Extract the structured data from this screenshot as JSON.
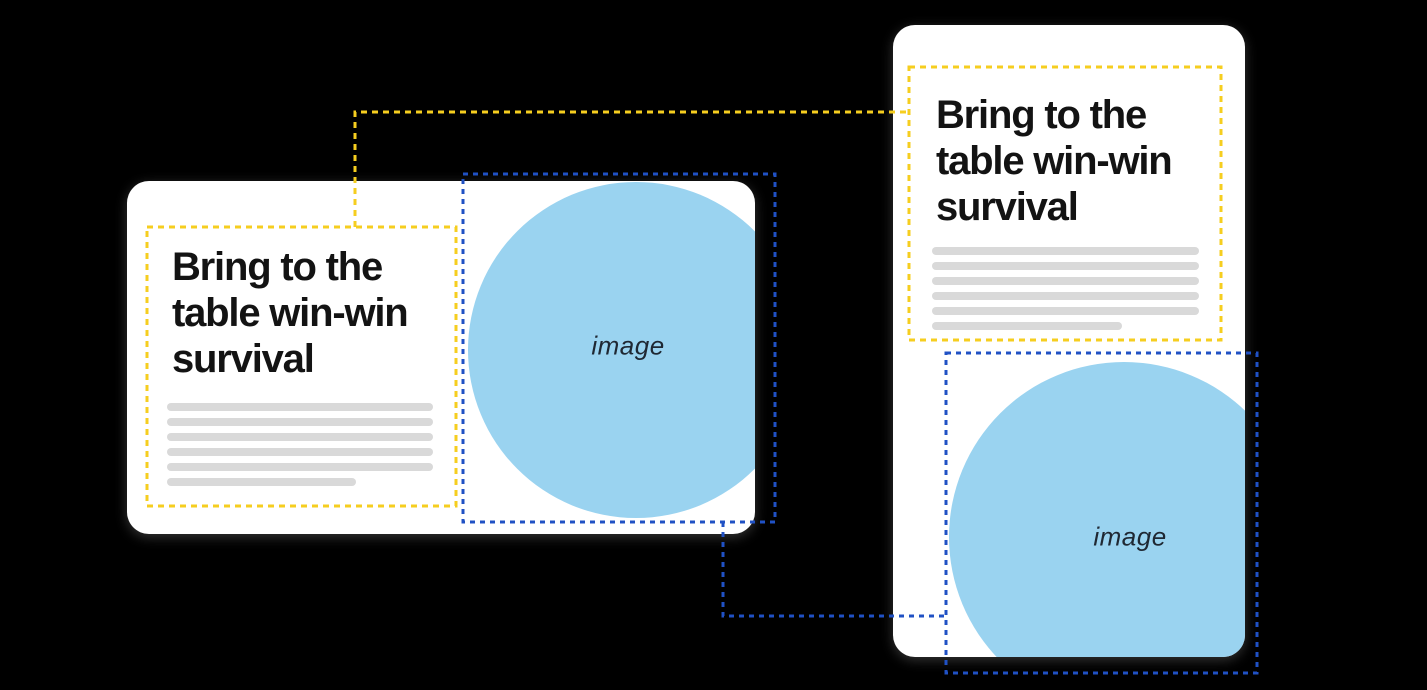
{
  "illustration": {
    "desktop_card": {
      "heading_lines": [
        "Bring to the",
        "table win-win",
        "survival"
      ],
      "image_label": "image",
      "placeholder_line_count": 6
    },
    "mobile_card": {
      "heading_lines": [
        "Bring to the",
        "table win-win",
        "survival"
      ],
      "image_label": "image",
      "placeholder_line_count": 6
    }
  },
  "colors": {
    "background": "#000000",
    "card": "#ffffff",
    "accent_yellow": "#f6ce1f",
    "accent_blue": "#2051c4",
    "image_fill": "#9ad3f0",
    "placeholder_gray": "#d9d9d9",
    "heading": "#131313",
    "image_text": "#1f2833"
  }
}
